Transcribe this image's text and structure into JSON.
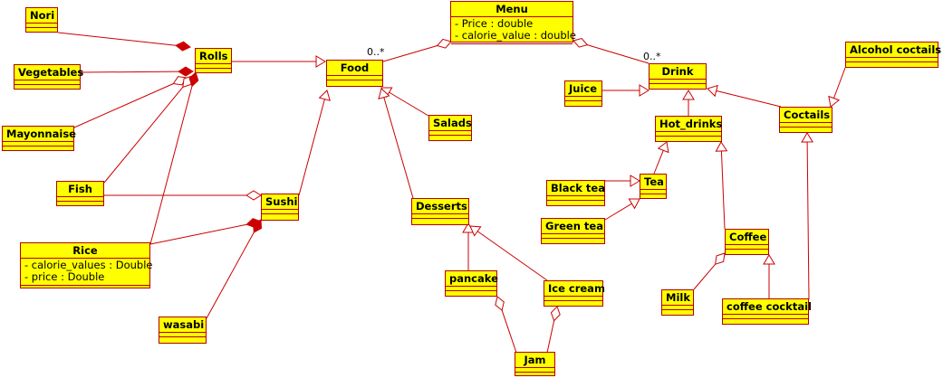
{
  "classes": {
    "nori": {
      "name": "Nori"
    },
    "rolls": {
      "name": "Rolls"
    },
    "vegetables": {
      "name": "Vegetables"
    },
    "mayonnaise": {
      "name": "Mayonnaise"
    },
    "fish": {
      "name": "Fish"
    },
    "rice": {
      "name": "Rice",
      "attributes": [
        "- calorie_values : Double",
        "- price : Double"
      ]
    },
    "wasabi": {
      "name": "wasabi"
    },
    "sushi": {
      "name": "Sushi"
    },
    "food": {
      "name": "Food"
    },
    "menu": {
      "name": "Menu",
      "attributes": [
        "- Price : double",
        "- calorie_value : double"
      ]
    },
    "salads": {
      "name": "Salads"
    },
    "desserts": {
      "name": "Desserts"
    },
    "pancake": {
      "name": "pancake"
    },
    "ice_cream": {
      "name": "Ice cream"
    },
    "jam": {
      "name": "Jam"
    },
    "drink": {
      "name": "Drink"
    },
    "juice": {
      "name": "Juice"
    },
    "hot_drinks": {
      "name": "Hot_drinks"
    },
    "tea": {
      "name": "Tea"
    },
    "black_tea": {
      "name": "Black tea"
    },
    "green_tea": {
      "name": "Green tea"
    },
    "coffee": {
      "name": "Coffee"
    },
    "milk": {
      "name": "Milk"
    },
    "coffee_cocktail": {
      "name": "coffee cocktail"
    },
    "coctails": {
      "name": "Coctails"
    },
    "alcohol_coctails": {
      "name": "Alcohol coctails"
    }
  },
  "multiplicities": {
    "menu_food": "0..*",
    "menu_drink": "0..*"
  },
  "relations": [
    {
      "from": "nori",
      "to": "rolls",
      "kind": "composition"
    },
    {
      "from": "vegetables",
      "to": "rolls",
      "kind": "composition"
    },
    {
      "from": "mayonnaise",
      "to": "rolls",
      "kind": "aggregation"
    },
    {
      "from": "fish",
      "to": "rolls",
      "kind": "aggregation"
    },
    {
      "from": "rice",
      "to": "rolls",
      "kind": "composition"
    },
    {
      "from": "rolls",
      "to": "food",
      "kind": "generalization"
    },
    {
      "from": "sushi",
      "to": "food",
      "kind": "generalization"
    },
    {
      "from": "fish",
      "to": "sushi",
      "kind": "aggregation"
    },
    {
      "from": "rice",
      "to": "sushi",
      "kind": "composition"
    },
    {
      "from": "wasabi",
      "to": "sushi",
      "kind": "composition"
    },
    {
      "from": "salads",
      "to": "food",
      "kind": "generalization"
    },
    {
      "from": "desserts",
      "to": "food",
      "kind": "generalization"
    },
    {
      "from": "food",
      "to": "menu",
      "kind": "aggregation"
    },
    {
      "from": "drink",
      "to": "menu",
      "kind": "aggregation"
    },
    {
      "from": "pancake",
      "to": "desserts",
      "kind": "generalization"
    },
    {
      "from": "ice_cream",
      "to": "desserts",
      "kind": "generalization"
    },
    {
      "from": "jam",
      "to": "pancake",
      "kind": "aggregation"
    },
    {
      "from": "jam",
      "to": "ice_cream",
      "kind": "aggregation"
    },
    {
      "from": "juice",
      "to": "drink",
      "kind": "generalization"
    },
    {
      "from": "hot_drinks",
      "to": "drink",
      "kind": "generalization"
    },
    {
      "from": "coctails",
      "to": "drink",
      "kind": "generalization"
    },
    {
      "from": "alcohol_coctails",
      "to": "coctails",
      "kind": "generalization"
    },
    {
      "from": "tea",
      "to": "hot_drinks",
      "kind": "generalization"
    },
    {
      "from": "coffee",
      "to": "hot_drinks",
      "kind": "generalization"
    },
    {
      "from": "black_tea",
      "to": "tea",
      "kind": "generalization"
    },
    {
      "from": "green_tea",
      "to": "tea",
      "kind": "generalization"
    },
    {
      "from": "milk",
      "to": "coffee",
      "kind": "aggregation"
    },
    {
      "from": "coffee_cocktail",
      "to": "coffee",
      "kind": "generalization"
    },
    {
      "from": "coffee_cocktail",
      "to": "coctails",
      "kind": "generalization"
    }
  ],
  "colors": {
    "fill": "#ffff00",
    "line": "#b20000",
    "arrow": "#cc0000",
    "text": "#000000"
  }
}
